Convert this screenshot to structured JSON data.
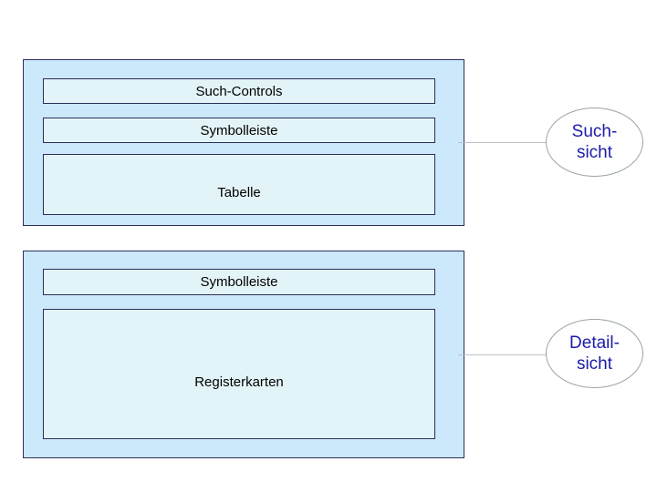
{
  "search_view": {
    "controls_label": "Such-Controls",
    "toolbar_label": "Symbolleiste",
    "table_label": "Tabelle",
    "bubble_line1": "Such-",
    "bubble_line2": "sicht"
  },
  "detail_view": {
    "toolbar_label": "Symbolleiste",
    "tabs_label": "Registerkarten",
    "bubble_line1": "Detail-",
    "bubble_line2": "sicht"
  },
  "colors": {
    "outer_panel": "#cce8fb",
    "inner_block": "#e3f4f8",
    "border": "#2b2f5a",
    "bubble_text": "#1c1ca8"
  }
}
